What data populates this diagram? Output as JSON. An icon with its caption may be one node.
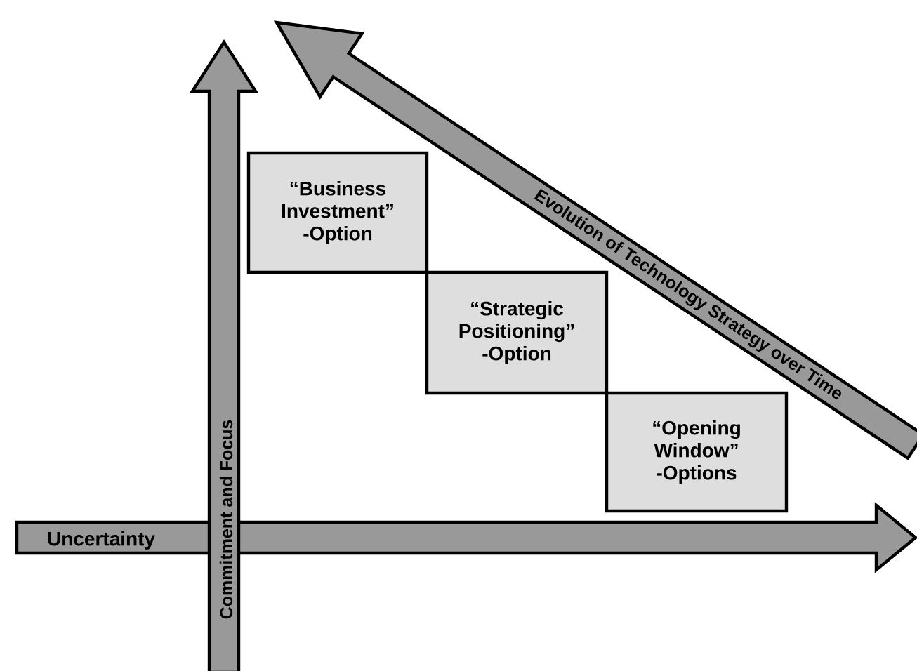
{
  "diagram": {
    "nodes": [
      {
        "text": [
          "“Business Investment” -Option"
        ]
      },
      {
        "text": [
          "“Strategic Positioning” -Option"
        ]
      },
      {
        "text": [
          "“Opening Window” -Options"
        ]
      }
    ],
    "labels": [
      "Evolution of Technology Strategy over Time",
      "Commitment and Focus",
      "Uncertainty"
    ]
  }
}
